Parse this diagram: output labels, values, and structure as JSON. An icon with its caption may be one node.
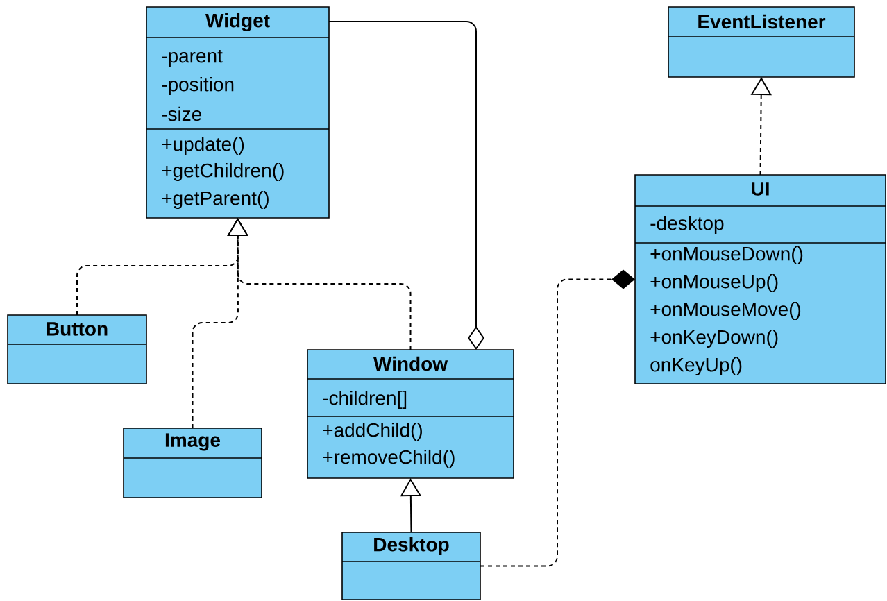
{
  "diagram": {
    "nodes": [
      {
        "text": [
          "Widget",
          "-parent",
          "-position",
          "-size",
          "+update()",
          "+getChildren()",
          "+getParent()"
        ]
      },
      {
        "text": [
          "EventListener"
        ]
      },
      {
        "text": [
          "UI",
          "-desktop",
          "+onMouseDown()",
          "+onMouseUp()",
          "+onMouseMove()",
          "+onKeyDown()",
          "onKeyUp()"
        ]
      },
      {
        "text": [
          "Button"
        ]
      },
      {
        "text": [
          "Window",
          "-children[]",
          "+addChild()",
          "+removeChild()"
        ]
      },
      {
        "text": [
          "Image"
        ]
      },
      {
        "text": [
          "Desktop"
        ]
      }
    ],
    "edges": [
      {
        "from": 3,
        "to": 0,
        "arrow": "to",
        "style": "dashed"
      },
      {
        "from": 5,
        "to": 0,
        "arrow": "to",
        "style": "dashed"
      },
      {
        "from": 4,
        "to": 0,
        "arrow": "to",
        "style": "dashed"
      },
      {
        "from": 0,
        "to": 4,
        "arrow": "other"
      },
      {
        "from": 6,
        "to": 4,
        "arrow": "to"
      },
      {
        "from": 2,
        "to": 1,
        "arrow": "to",
        "style": "dashed"
      },
      {
        "from": 6,
        "to": 2,
        "arrow": "other",
        "style": "dashed"
      }
    ]
  }
}
